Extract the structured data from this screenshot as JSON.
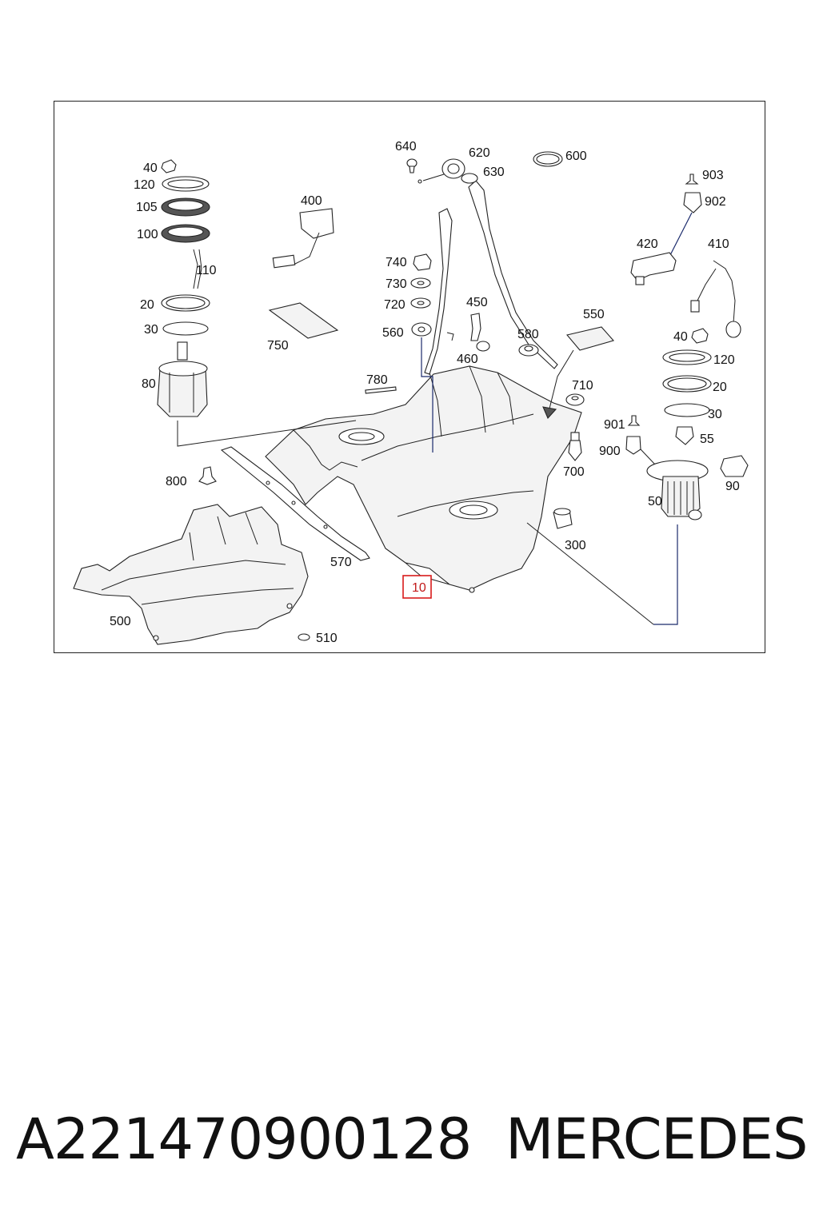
{
  "diagram": {
    "callouts": {
      "c10": "10",
      "c20a": "20",
      "c20b": "20",
      "c30a": "30",
      "c30b": "30",
      "c40a": "40",
      "c40b": "40",
      "c50": "50",
      "c55": "55",
      "c80": "80",
      "c90": "90",
      "c100": "100",
      "c105": "105",
      "c110": "110",
      "c120a": "120",
      "c120b": "120",
      "c300": "300",
      "c400": "400",
      "c410": "410",
      "c420": "420",
      "c450": "450",
      "c460": "460",
      "c500": "500",
      "c510": "510",
      "c550": "550",
      "c560": "560",
      "c570": "570",
      "c580": "580",
      "c600": "600",
      "c620": "620",
      "c630": "630",
      "c640": "640",
      "c700": "700",
      "c710": "710",
      "c720": "720",
      "c730": "730",
      "c740": "740",
      "c750": "750",
      "c780": "780",
      "c800": "800",
      "c900": "900",
      "c901": "901",
      "c902": "902",
      "c903": "903"
    },
    "highlighted_part": "10",
    "highlight_color": "#d81b1b"
  },
  "footer": {
    "part_number": "A221470900128",
    "brand": "MERCEDES"
  }
}
